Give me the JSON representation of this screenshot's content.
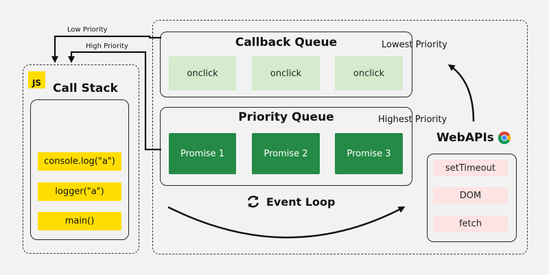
{
  "call_stack": {
    "badge": "JS",
    "title": "Call Stack",
    "items": [
      "console.log(\"a\")",
      "logger(\"a\")",
      "main()"
    ]
  },
  "callback_queue": {
    "title": "Callback Queue",
    "priority_label": "Lowest Priority",
    "items": [
      "onclick",
      "onclick",
      "onclick"
    ]
  },
  "priority_queue": {
    "title": "Priority Queue",
    "priority_label": "Highest Priority",
    "items": [
      "Promise 1",
      "Promise 2",
      "Promise 3"
    ]
  },
  "event_loop": {
    "label": "Event Loop",
    "icon": "sync-icon"
  },
  "webapis": {
    "title": "WebAPIs",
    "icon": "chrome-icon",
    "items": [
      "setTimeout",
      "DOM",
      "fetch"
    ]
  },
  "arrows": {
    "low_priority_label": "Low Priority",
    "high_priority_label": "High Priority"
  },
  "colors": {
    "background": "#f2f2f2",
    "light_green": "#d4ebcd",
    "dark_green": "#248a45",
    "yellow": "#ffdd00",
    "pink": "#fde3e3"
  }
}
